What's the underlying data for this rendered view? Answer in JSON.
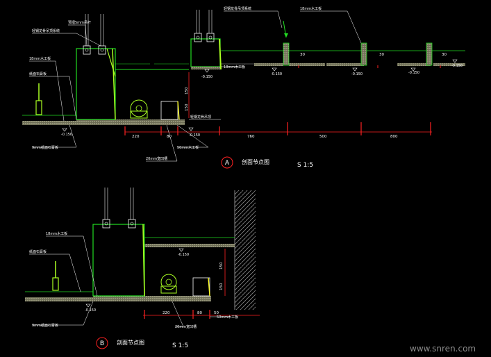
{
  "colors": {
    "background": "#000000",
    "wall": "#22dd22",
    "wall_bright": "#aaff22",
    "slab": "#9a9a7a",
    "dimension": "#ff2222",
    "text": "#ffffff",
    "hatch": "#8a8a8a",
    "watermark": "#8a8a8a"
  },
  "section_a": {
    "marker": "A",
    "title": "剖面节点图",
    "scale": "S 1:5",
    "labels": {
      "top_a": "预埋5mm吊杆",
      "top_b": "轻钢龙骨吊顶系统",
      "top_c": "轻钢龙骨吊顶系统",
      "top_d": "18mm木工板",
      "left_a": "18mm木工板",
      "left_b": "纸面石膏板",
      "bottom_a": "9mm纸面石膏板",
      "bottom_b": "20mm宽凹槽",
      "bottom_c": "50mm木工板",
      "right_a": "轻钢龙骨吊顶",
      "right_b": "18mm木工板"
    },
    "elevations": {
      "e1": "-0.150",
      "e2": "-0.150",
      "e3": "-0.150",
      "e4": "-0.150",
      "e5": "-0.150",
      "e6": "-0.150",
      "e7": "-0.150"
    },
    "dims": {
      "d1": "220",
      "d2": "80",
      "d3": "760",
      "d4": "500",
      "d5": "800",
      "v1": "150",
      "v2": "150",
      "s1": "30",
      "s2": "30",
      "s3": "30"
    }
  },
  "section_b": {
    "marker": "B",
    "title": "剖面节点图",
    "scale": "S 1:5",
    "labels": {
      "left_a": "18mm木工板",
      "left_b": "纸面石膏板",
      "bottom_a": "9mm纸面石膏板",
      "bottom_b": "20mm宽凹槽",
      "bottom_c": "50mm木工板"
    },
    "elevations": {
      "e1": "-0.150",
      "e2": "-0.150"
    },
    "dims": {
      "d1": "220",
      "d2": "80",
      "d3": "50",
      "v1": "150",
      "v2": "150"
    }
  },
  "watermark": "www.snren.com"
}
